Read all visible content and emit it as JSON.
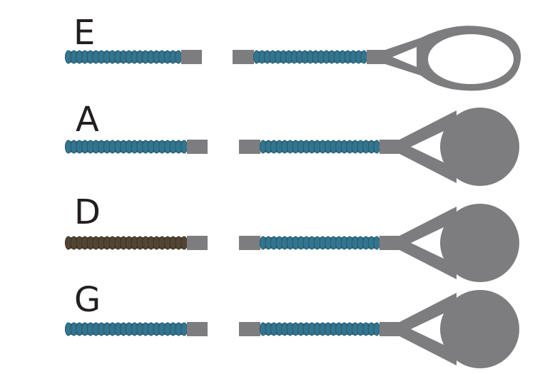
{
  "colors": {
    "metal": "#7d7c7f",
    "blue_coil": "#33758e",
    "blue_coil_ridge": "#25586b",
    "brown_coil": "#524533",
    "brown_coil_ridge": "#3b3122",
    "label": "#231f20",
    "background": "#ffffff"
  },
  "rows": [
    {
      "label": "E",
      "end_type": "open-loop",
      "left_coil_color": "blue"
    },
    {
      "label": "A",
      "end_type": "solid-ball",
      "left_coil_color": "blue"
    },
    {
      "label": "D",
      "end_type": "solid-ball",
      "left_coil_color": "brown"
    },
    {
      "label": "G",
      "end_type": "solid-ball",
      "left_coil_color": "blue"
    }
  ]
}
